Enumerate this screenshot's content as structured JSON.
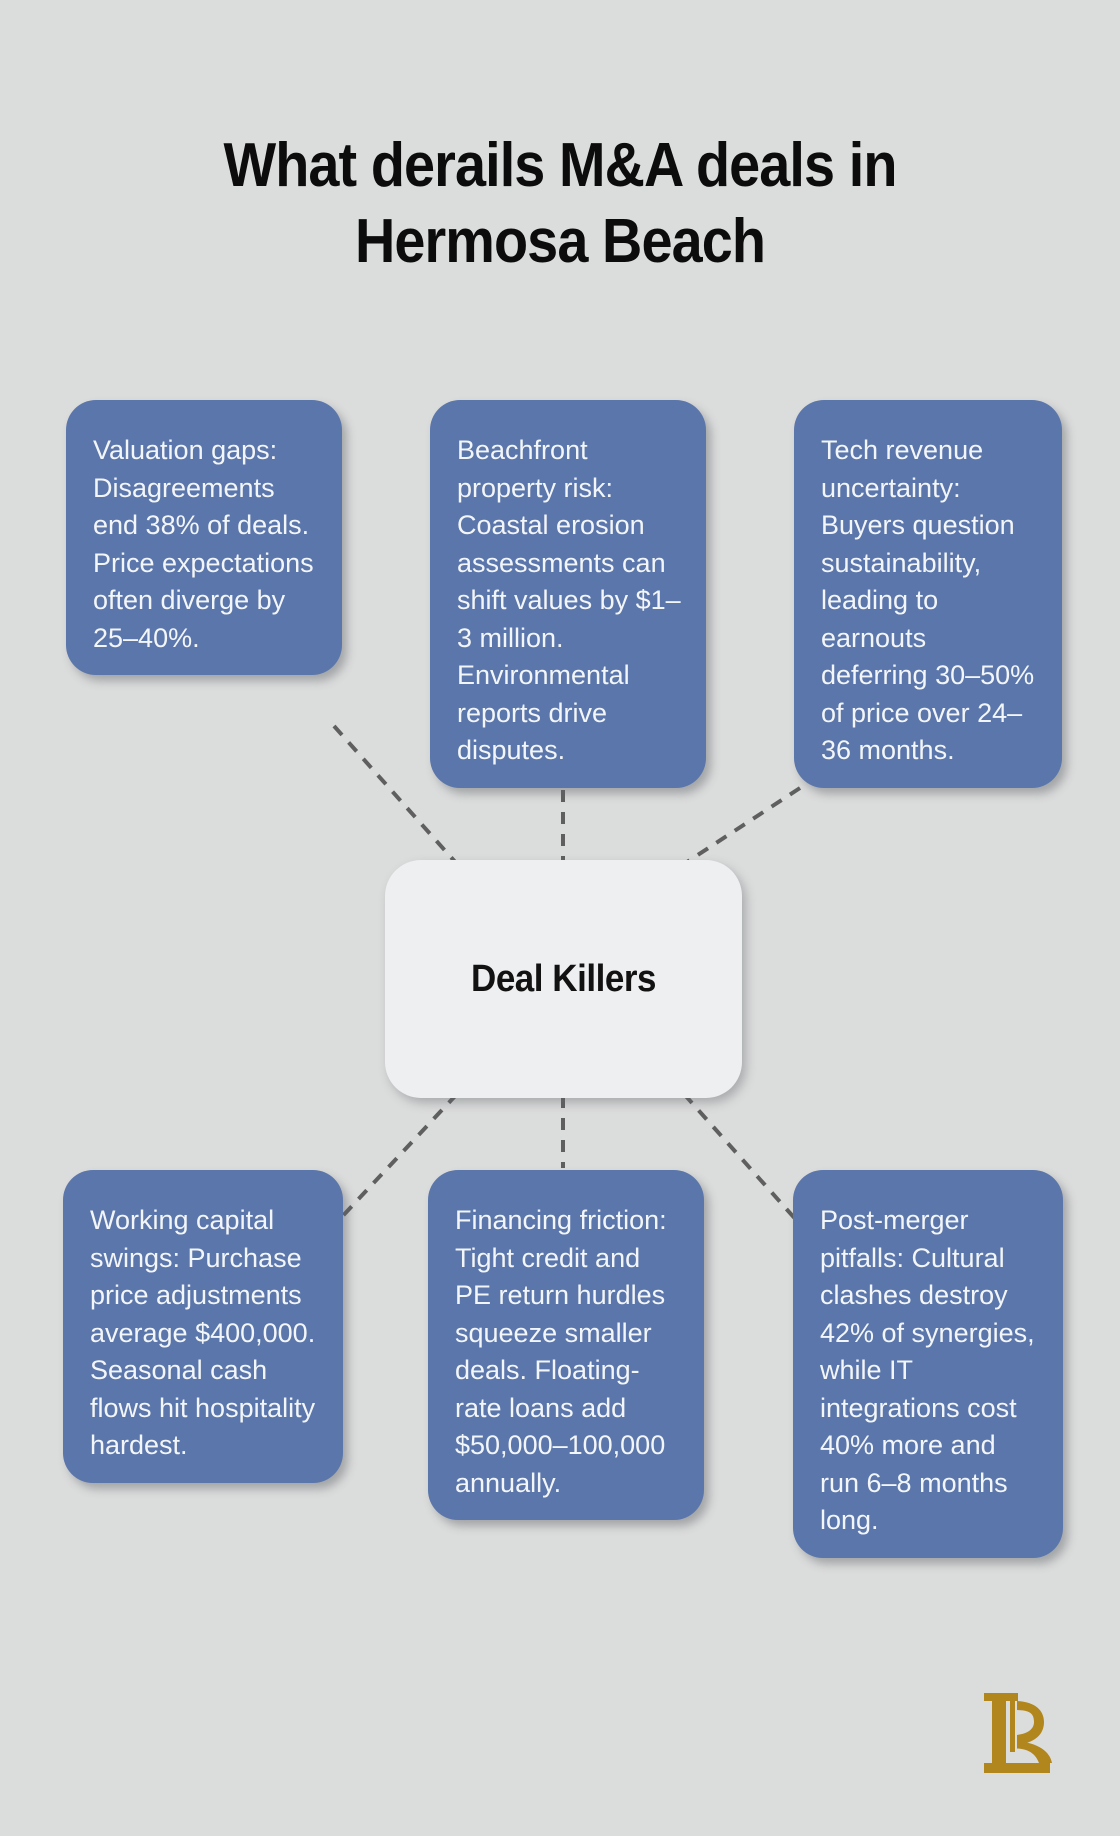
{
  "title": {
    "line1": "What derails M&A deals in",
    "line2": "Hermosa Beach"
  },
  "center": {
    "label": "Deal Killers"
  },
  "nodes": [
    {
      "id": "valuation-gaps",
      "text": "Valuation gaps: Disagreements end 38% of deals. Price expectations often diverge by 25–40%."
    },
    {
      "id": "beachfront-property-risk",
      "text": "Beachfront property risk: Coastal erosion assessments can shift values by $1–3 million. Environmental reports drive disputes."
    },
    {
      "id": "tech-revenue-uncertainty",
      "text": "Tech revenue uncertainty: Buyers question sustainability, leading to earnouts deferring 30–50% of price over 24–36 months."
    },
    {
      "id": "working-capital-swings",
      "text": "Working capital swings: Purchase price adjustments average $400,000. Seasonal cash flows hit hospitality hardest."
    },
    {
      "id": "financing-friction",
      "text": "Financing friction: Tight credit and PE return hurdles squeeze smaller deals. Floating-rate loans add $50,000–100,000 annually."
    },
    {
      "id": "post-merger-pitfalls",
      "text": "Post-merger pitfalls: Cultural clashes destroy 42% of synergies, while IT integrations cost 40% more and run 6–8 months long."
    }
  ],
  "colors": {
    "background": "#dbdcdc",
    "node_fill": "#5b76ab",
    "node_text": "#f3f6f8",
    "center_fill": "#edeff1",
    "title_text": "#0c0c0c",
    "connector": "#5f5f5f",
    "logo_gold": "#b1861c"
  },
  "logo": {
    "name": "lp-monogram"
  }
}
